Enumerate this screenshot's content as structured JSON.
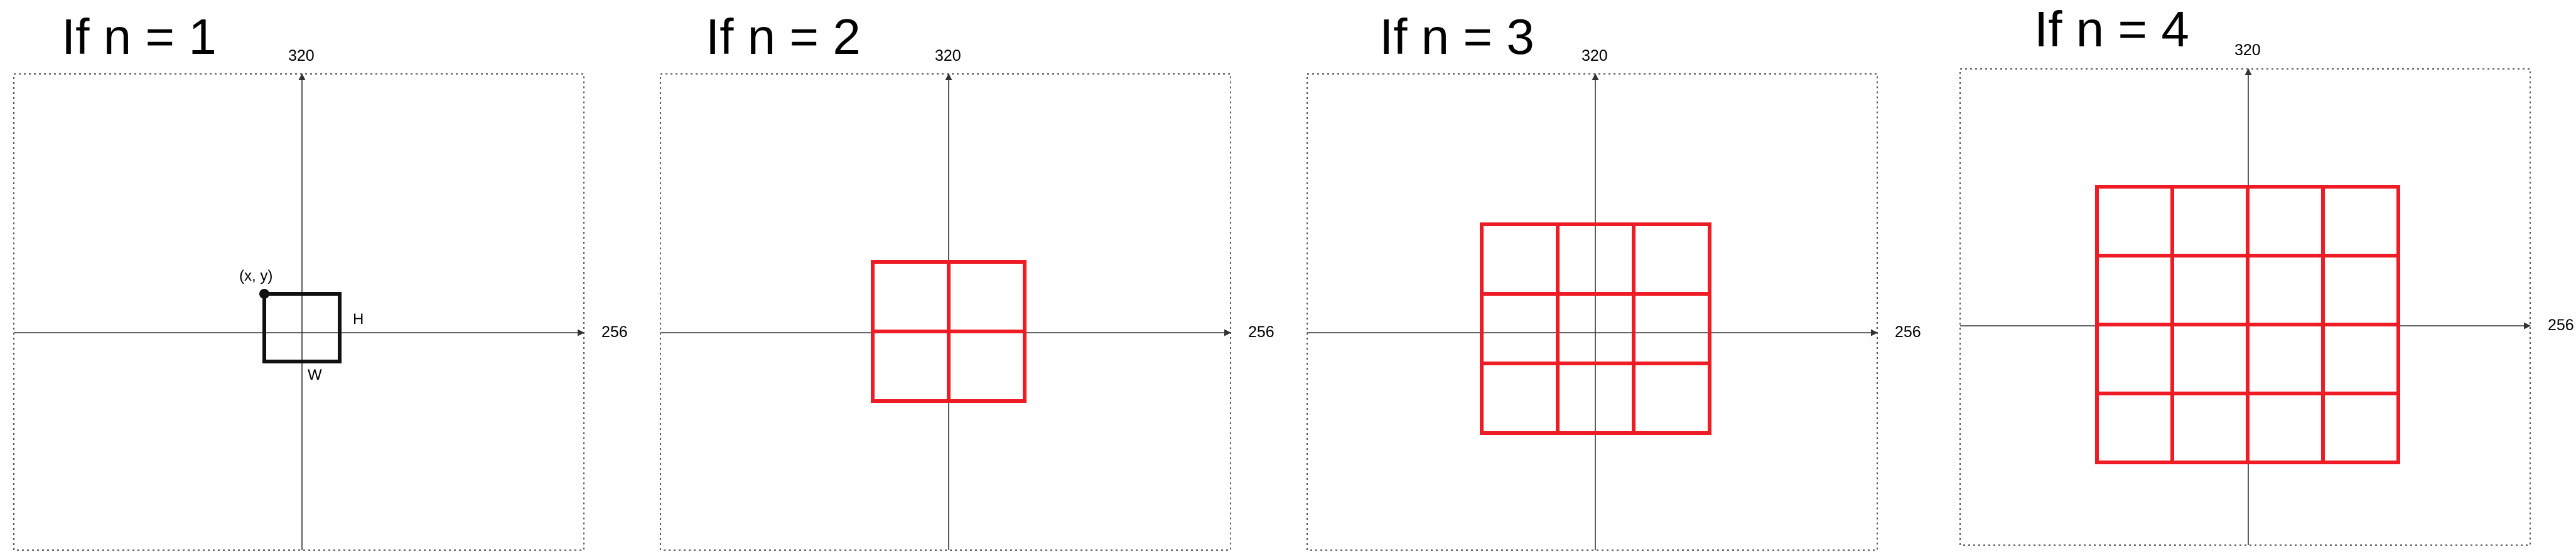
{
  "panels": [
    {
      "title": "If n = 1",
      "n": 1,
      "y_axis_label": "320",
      "x_axis_label": "256",
      "point_label": "(x, y)",
      "height_label": "H",
      "width_label": "W",
      "box_color": "#111111"
    },
    {
      "title": "If n = 2",
      "n": 2,
      "y_axis_label": "320",
      "x_axis_label": "256",
      "grid_color": "#ee1c25"
    },
    {
      "title": "If n = 3",
      "n": 3,
      "y_axis_label": "320",
      "x_axis_label": "256",
      "grid_color": "#ee1c25"
    },
    {
      "title": "If n = 4",
      "n": 4,
      "y_axis_label": "320",
      "x_axis_label": "256",
      "grid_color": "#ee1c25"
    }
  ]
}
